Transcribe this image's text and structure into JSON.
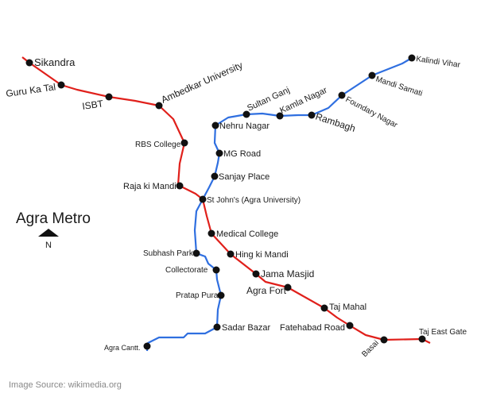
{
  "title": "Agra Metro",
  "north_label": "N",
  "source": "Image Source: wikimedia.org",
  "colors": {
    "red_line": "#e0201b",
    "blue_line": "#2f6fe0",
    "station": "#111111",
    "text": "#1a1a1a"
  },
  "stations": [
    {
      "id": "sikandra",
      "name": "Sikandra"
    },
    {
      "id": "guru-ka-tal",
      "name": "Guru Ka Tal"
    },
    {
      "id": "isbt",
      "name": "ISBT"
    },
    {
      "id": "ambedkar-university",
      "name": "Ambedkar University"
    },
    {
      "id": "rbs-college",
      "name": "RBS College"
    },
    {
      "id": "raja-ki-mandi",
      "name": "Raja ki Mandi"
    },
    {
      "id": "st-johns",
      "name": "St John's (Agra University)"
    },
    {
      "id": "medical-college",
      "name": "Medical College"
    },
    {
      "id": "hing-ki-mandi",
      "name": "Hing ki Mandi"
    },
    {
      "id": "jama-masjid",
      "name": "Jama Masjid"
    },
    {
      "id": "agra-fort",
      "name": "Agra Fort"
    },
    {
      "id": "taj-mahal",
      "name": "Taj Mahal"
    },
    {
      "id": "fatehabad-road",
      "name": "Fatehabad Road"
    },
    {
      "id": "basai",
      "name": "Basai"
    },
    {
      "id": "taj-east-gate",
      "name": "Taj East Gate"
    },
    {
      "id": "kalindi-vihar",
      "name": "Kalindi Vihar"
    },
    {
      "id": "mandi-samati",
      "name": "Mandi Samati"
    },
    {
      "id": "foundary-nagar",
      "name": "Foundary Nagar"
    },
    {
      "id": "rambagh",
      "name": "Rambagh"
    },
    {
      "id": "kamla-nagar",
      "name": "Kamla Nagar"
    },
    {
      "id": "sultan-ganj",
      "name": "Sultan Ganj"
    },
    {
      "id": "nehru-nagar",
      "name": "Nehru Nagar"
    },
    {
      "id": "mg-road",
      "name": "MG Road"
    },
    {
      "id": "sanjay-place",
      "name": "Sanjay Place"
    },
    {
      "id": "subhash-park",
      "name": "Subhash Park"
    },
    {
      "id": "collectorate",
      "name": "Collectorate"
    },
    {
      "id": "pratap-pura",
      "name": "Pratap Pura"
    },
    {
      "id": "sadar-bazar",
      "name": "Sadar Bazar"
    },
    {
      "id": "agra-cantt",
      "name": "Agra Cantt."
    }
  ]
}
